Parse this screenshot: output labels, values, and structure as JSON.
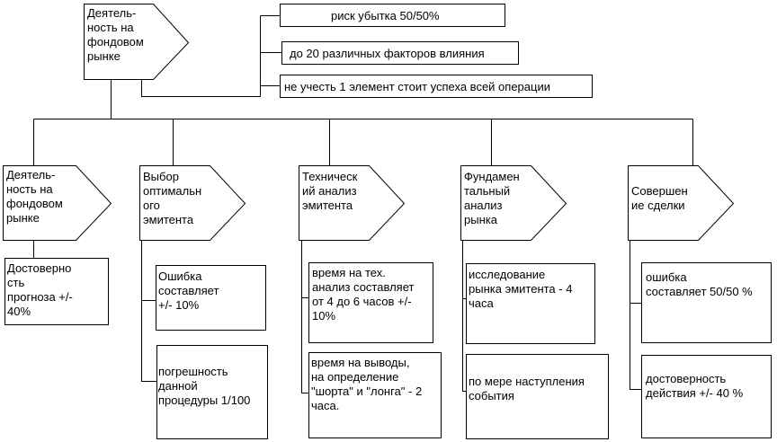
{
  "root": {
    "label": "Деятель-\nность на\nфондовом\nрынке",
    "risks": [
      "риск убытка 50/50%",
      "до 20 различных факторов влияния",
      "не учесть 1 элемент стоит успеха всей операции"
    ]
  },
  "stages": [
    {
      "label": "Деятель-\nность на\nфондовом\nрынке",
      "notes": [
        "Достоверно\nсть\nпрогноза +/-\n40%"
      ]
    },
    {
      "label": "Выбор\nоптимальн\nого\nэмитента",
      "notes": [
        "Ошибка\nсоставляет\n+/- 10%",
        "погрешность\nданной\nпроцедуры 1/100"
      ]
    },
    {
      "label": "Техническ\nий анализ\nэмитента",
      "notes": [
        "время на тех.\nанализ составляет\nот 4 до 6 часов +/-\n10%",
        "время на выводы,\nна определение\n\"шорта\" и \"лонга\" - 2\nчаса."
      ]
    },
    {
      "label": "Фундамен\nтальный\nанализ\nрынка",
      "notes": [
        "исследование\nрынка эмитента - 4\nчаса",
        "по мере наступления\nсобытия"
      ]
    },
    {
      "label": "Совершен\nие сделки",
      "notes": [
        "ошибка\nсоставляет 50/50 %",
        "достоверность\nдействия +/- 40 %"
      ]
    }
  ]
}
